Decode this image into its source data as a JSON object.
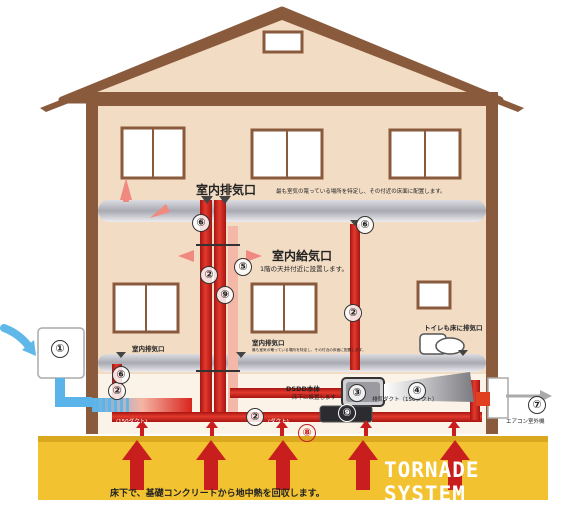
{
  "labels": {
    "indoor_exhaust_top": "室内排気口",
    "note_top": "最も室気の篭っている場所を特定し、その付近の床面に配置します。",
    "indoor_supply": "室内給気口",
    "supply_note": "1階の天井付近に設置します。",
    "indoor_exhaust_left": "室内排気口",
    "indoor_exhaust_mid": "室内排気口",
    "indoor_exhaust_mid_note": "最も室気の篭っている場所を特定し、その付近の床面に配置します。",
    "toilet_exhaust": "トイレも床に排気口",
    "dsdd_unit": "DSDD本体",
    "dsdd_note": "床下に設置します",
    "duct_main": "(150ダクト)",
    "duct_label": "(ダクト)",
    "exhaust_duct": "排気ダクト（150ダクト）",
    "aircon_outdoor": "エアコン室外機",
    "title": "TORNADE SYSTEM",
    "bottom_text": "床下で、基礎コンクリートから地中熱を回収します。"
  },
  "numbers": {
    "n1": "①",
    "n2": "②",
    "n3": "③",
    "n4": "④",
    "n5": "⑤",
    "n6": "⑥",
    "n7": "⑦",
    "n8": "⑧",
    "n9": "⑨"
  },
  "colors": {
    "wall": "#f2dcc4",
    "roof_frame": "#8a5a3c",
    "floor": "#b9b9c0",
    "foundation": "#f2c230",
    "duct": "#d8251d",
    "arrow_red": "#c81e1e",
    "arrow_blue": "#5fb8e8",
    "arrow_pink": "#f08a80"
  }
}
